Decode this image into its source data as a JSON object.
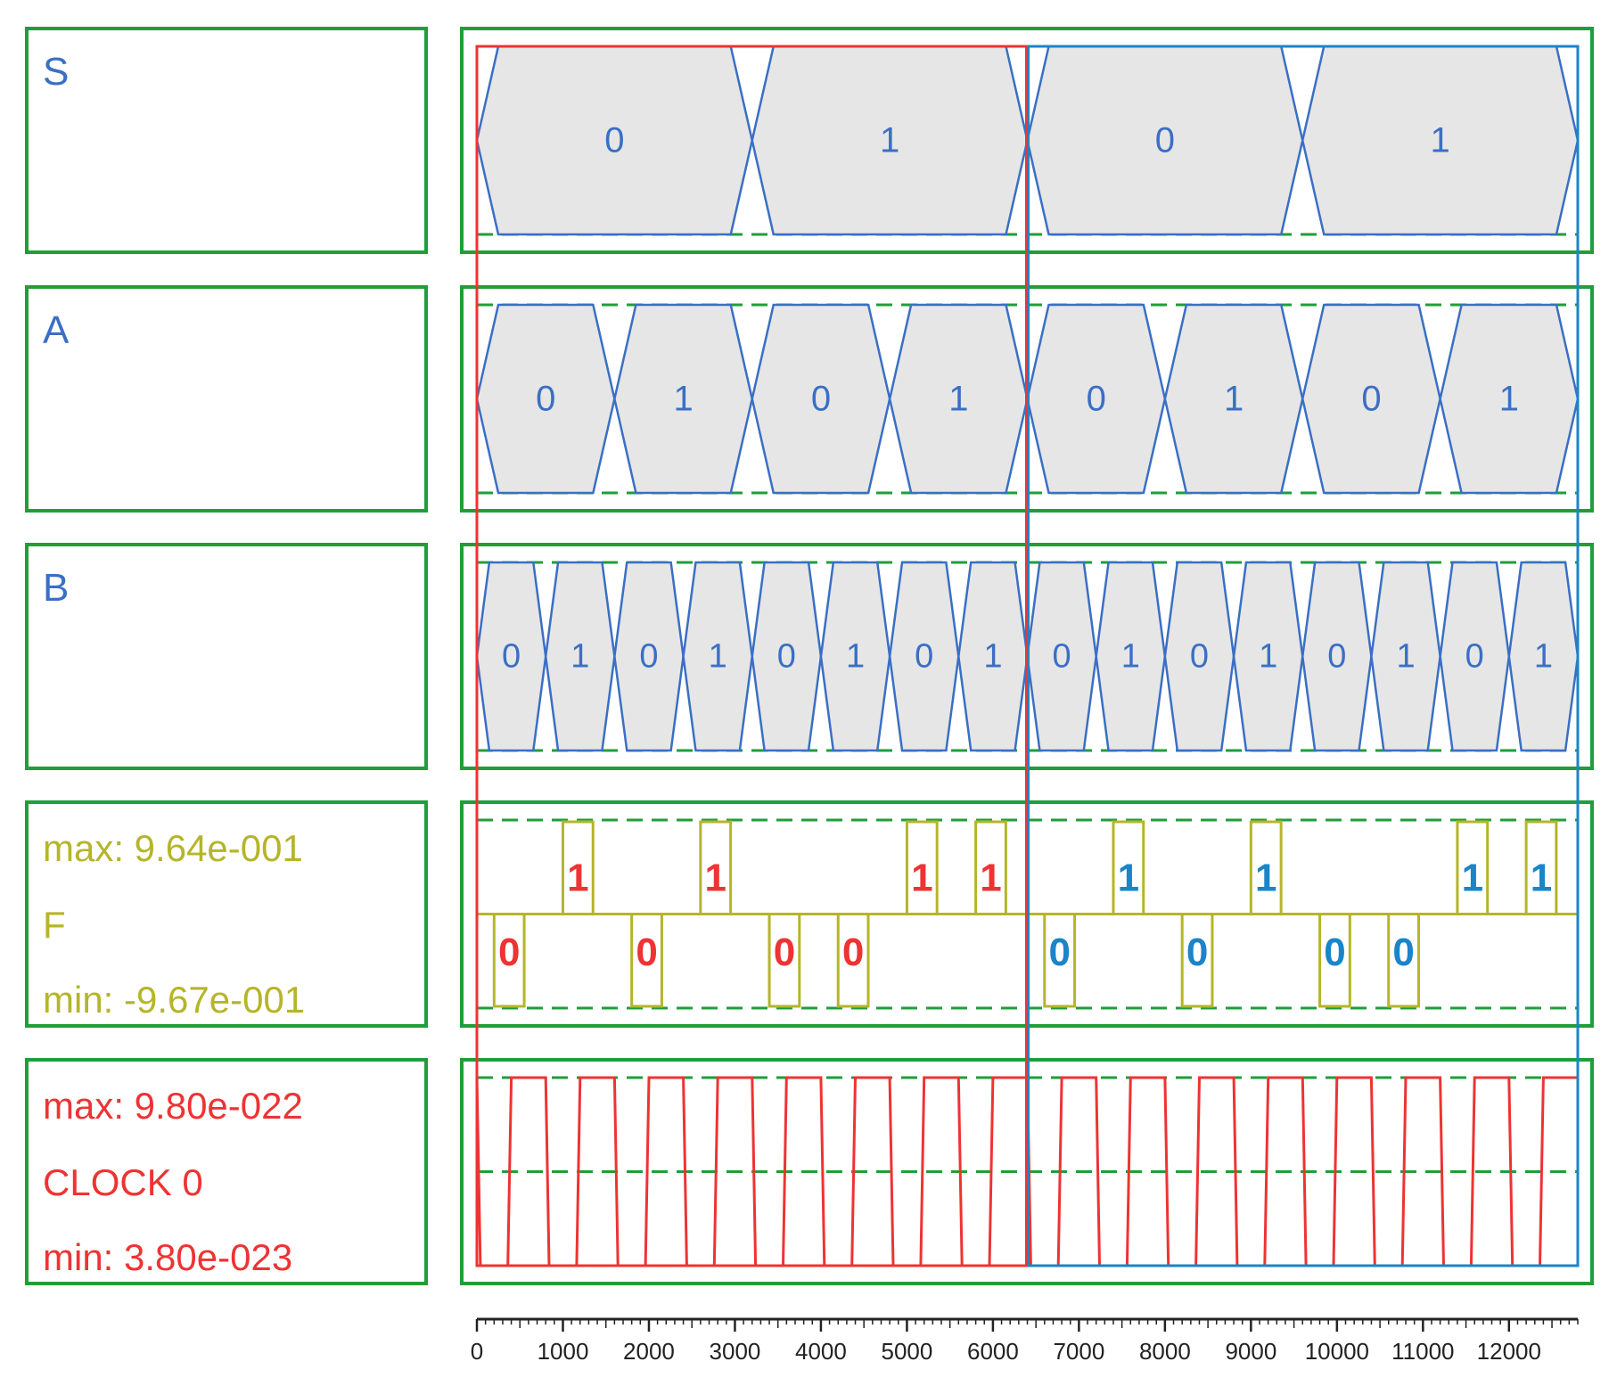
{
  "colors": {
    "panel_border": "#1f9e3a",
    "bus": "#3a6fc4",
    "bus_fill": "#e6e6e6",
    "analog": "#b5b52a",
    "clock": "#ee3333",
    "cursor_left": "#ee3333",
    "cursor_right": "#1a85c8",
    "dashed": "#1f9e3a"
  },
  "signals": {
    "s": {
      "name": "S"
    },
    "a": {
      "name": "A"
    },
    "b": {
      "name": "B"
    },
    "f": {
      "name": "F",
      "max": "max: 9.64e-001",
      "min": "min: -9.67e-001"
    },
    "clock": {
      "name": "CLOCK 0",
      "max": "max: 9.80e-022",
      "min": "min: 3.80e-023"
    }
  },
  "chart_data": {
    "type": "line",
    "x_axis": {
      "range": [
        0,
        12800
      ],
      "ticks": [
        "0",
        "1000",
        "2000",
        "3000",
        "4000",
        "5000",
        "6000",
        "7000",
        "8000",
        "9000",
        "10000",
        "11000",
        "12000"
      ]
    },
    "cursors": [
      {
        "name": "red",
        "start": 0,
        "end": 6400
      },
      {
        "name": "blue",
        "start": 6400,
        "end": 12800
      }
    ],
    "series": [
      {
        "name": "S",
        "kind": "bus",
        "period": 3200,
        "values": [
          "0",
          "1",
          "0",
          "1"
        ]
      },
      {
        "name": "A",
        "kind": "bus",
        "period": 1600,
        "values": [
          "0",
          "1",
          "0",
          "1",
          "0",
          "1",
          "0",
          "1"
        ]
      },
      {
        "name": "B",
        "kind": "bus",
        "period": 800,
        "values": [
          "0",
          "1",
          "0",
          "1",
          "0",
          "1",
          "0",
          "1",
          "0",
          "1",
          "0",
          "1",
          "0",
          "1",
          "0",
          "1"
        ]
      },
      {
        "name": "F",
        "kind": "pulses",
        "max": 0.964,
        "min": -0.967,
        "pulses": [
          {
            "start": 200,
            "end": 550,
            "value": "0"
          },
          {
            "start": 1000,
            "end": 1350,
            "value": "1"
          },
          {
            "start": 1800,
            "end": 2150,
            "value": "0"
          },
          {
            "start": 2600,
            "end": 2950,
            "value": "1"
          },
          {
            "start": 3400,
            "end": 3750,
            "value": "0"
          },
          {
            "start": 4200,
            "end": 4550,
            "value": "0"
          },
          {
            "start": 5000,
            "end": 5350,
            "value": "1"
          },
          {
            "start": 5800,
            "end": 6150,
            "value": "1"
          },
          {
            "start": 6600,
            "end": 6950,
            "value": "0"
          },
          {
            "start": 7400,
            "end": 7750,
            "value": "1"
          },
          {
            "start": 8200,
            "end": 8550,
            "value": "0"
          },
          {
            "start": 9000,
            "end": 9350,
            "value": "1"
          },
          {
            "start": 9800,
            "end": 10150,
            "value": "0"
          },
          {
            "start": 10600,
            "end": 10950,
            "value": "0"
          },
          {
            "start": 11400,
            "end": 11750,
            "value": "1"
          },
          {
            "start": 12200,
            "end": 12550,
            "value": "1"
          }
        ]
      },
      {
        "name": "CLOCK 0",
        "kind": "clock",
        "period": 800,
        "max": 9.8e-22,
        "min": 3.8e-23
      }
    ]
  }
}
